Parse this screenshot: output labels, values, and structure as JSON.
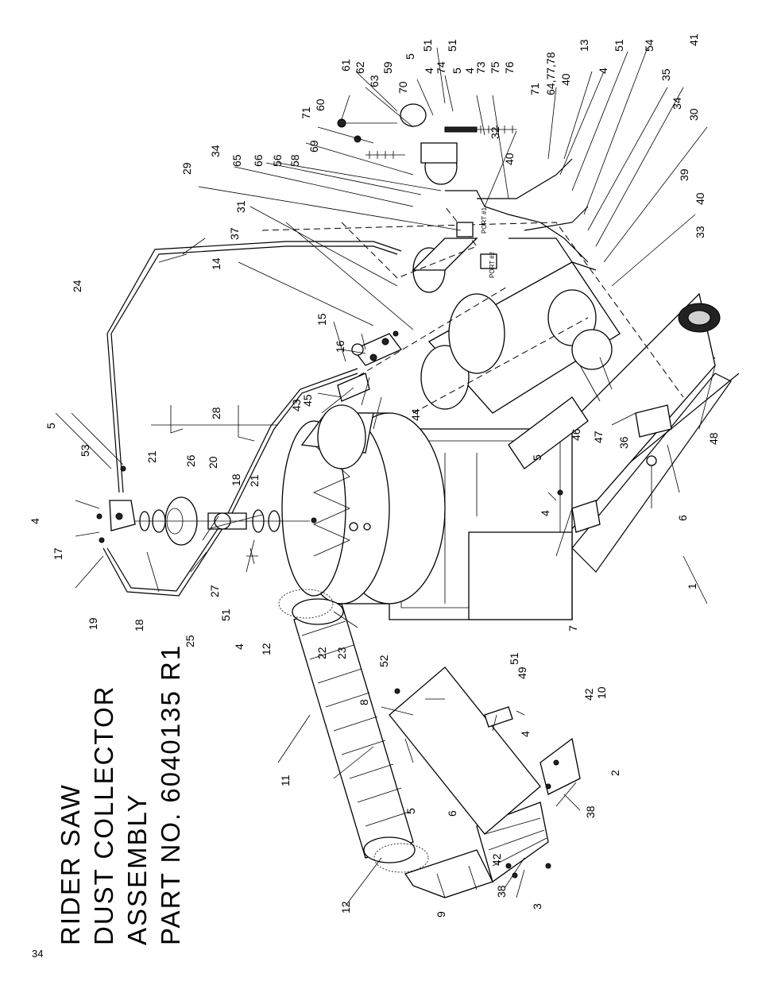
{
  "title": {
    "line1": "RIDER SAW",
    "line2": "DUST COLLECTOR",
    "line3": "ASSEMBLY",
    "line4": "PART NO. 6040135 R1"
  },
  "page_number": "34",
  "callouts": {
    "c1": "1",
    "c2": "2",
    "c3": "3",
    "c4a": "4",
    "c4b": "4",
    "c4c": "4",
    "c4d": "4",
    "c4e": "4",
    "c4f": "4",
    "c4g": "4",
    "c5a": "5",
    "c5b": "5",
    "c5c": "5",
    "c5d": "5",
    "c5e": "5",
    "c6a": "6",
    "c6b": "6",
    "c7": "7",
    "c8": "8",
    "c9": "9",
    "c10": "10",
    "c11": "11",
    "c12a": "12",
    "c12b": "12",
    "c13": "13",
    "c14": "14",
    "c15": "15",
    "c16": "16",
    "c17": "17",
    "c18a": "18",
    "c18b": "18",
    "c19": "19",
    "c20": "20",
    "c21a": "21",
    "c21b": "21",
    "c22": "22",
    "c23": "23",
    "c24": "24",
    "c25": "25",
    "c26": "26",
    "c27": "27",
    "c28": "28",
    "c29": "29",
    "c30": "30",
    "c31": "31",
    "c32": "32",
    "c33": "33",
    "c34a": "34",
    "c34b": "34",
    "c35": "35",
    "c36": "36",
    "c37": "37",
    "c38a": "38",
    "c38b": "38",
    "c39": "39",
    "c40a": "40",
    "c40b": "40",
    "c40c": "40",
    "c41": "41",
    "c42a": "42",
    "c42b": "42",
    "c43": "43",
    "c44": "44",
    "c45": "45",
    "c46": "46",
    "c47": "47",
    "c48": "48",
    "c49": "49",
    "c51a": "51",
    "c51b": "51",
    "c51c": "51",
    "c51d": "51",
    "c51e": "51",
    "c52": "52",
    "c53": "53",
    "c54": "54",
    "c56": "56",
    "c58": "58",
    "c59": "59",
    "c60": "60",
    "c61": "61",
    "c62": "62",
    "c63": "63",
    "c64": "64,77,78",
    "c65": "65",
    "c66": "66",
    "c69": "69",
    "c70": "70",
    "c71a": "71",
    "c71b": "71",
    "c73": "73",
    "c74": "74",
    "c75": "75",
    "c76": "76"
  },
  "port_labels": {
    "port1": "PORT #1",
    "port2": "PORT #2"
  }
}
